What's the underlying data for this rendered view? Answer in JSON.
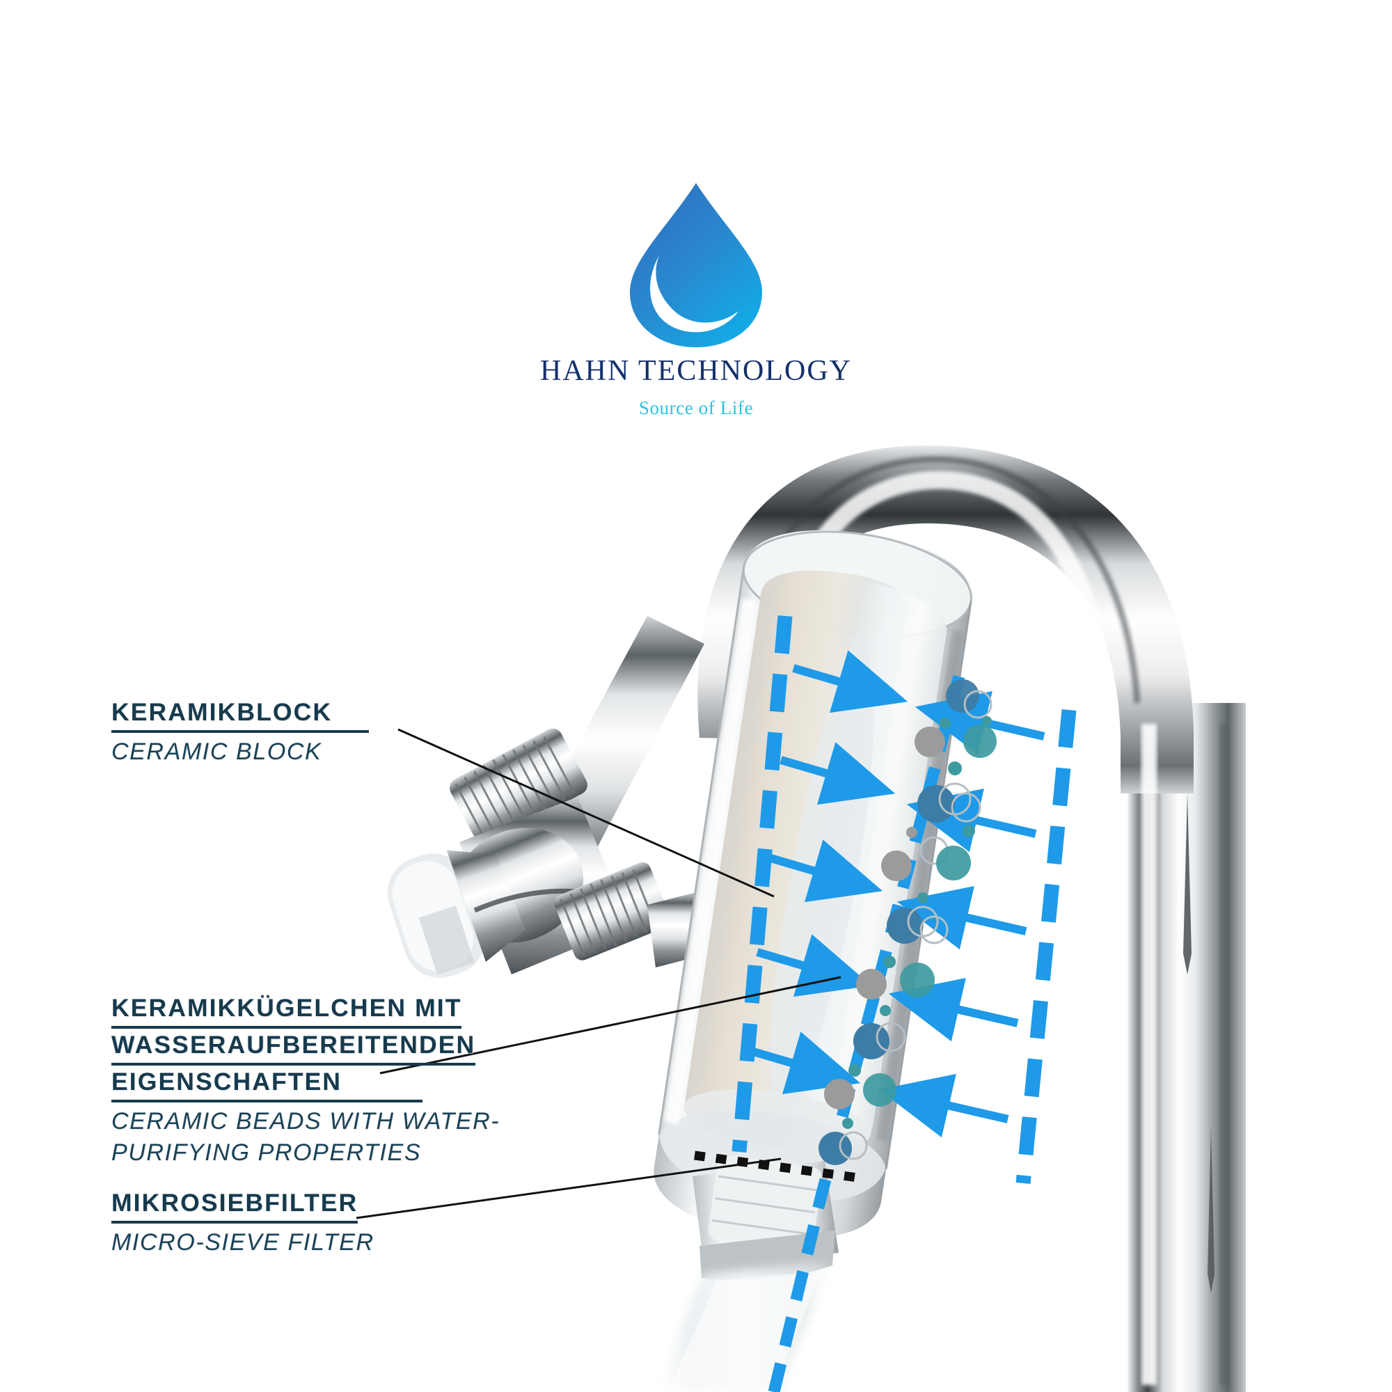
{
  "logo": {
    "icon": "water-drop-icon",
    "brand": "HAHN TECHNOLOGY",
    "tagline": "Source of Life",
    "drop_color_top": "#2b7bc4",
    "drop_color_bottom": "#13a5e4",
    "brand_color": "#14306b",
    "tagline_color": "#2bc4e0"
  },
  "callouts": [
    {
      "id": "ceramic-block",
      "de": "KERAMIKBLOCK",
      "en": "CERAMIC BLOCK"
    },
    {
      "id": "ceramic-beads",
      "de_line1": "KERAMIKKÜGELCHEN MIT",
      "de_line2": "WASSERAUFBEREITENDEN",
      "de_line3": "EIGENSCHAFTEN",
      "en_line1": "CERAMIC BEADS WITH WATER-",
      "en_line2": "PURIFYING PROPERTIES"
    },
    {
      "id": "micro-sieve",
      "de": "MIKROSIEBFILTER",
      "en": "MICRO-SIEVE FILTER"
    }
  ],
  "diagram": {
    "subject": "faucet-mounted water filter cutaway",
    "accent_color": "#1e9ae8",
    "label_color": "#173a4d",
    "flow_arrows_outer": 5,
    "flow_arrows_inner": 5,
    "bead_colors": [
      "#9b9b9b",
      "#3d7ca5",
      "#3e9aa0"
    ],
    "center_line_style": "dashed",
    "sieve_line_style": "dotted-black"
  }
}
